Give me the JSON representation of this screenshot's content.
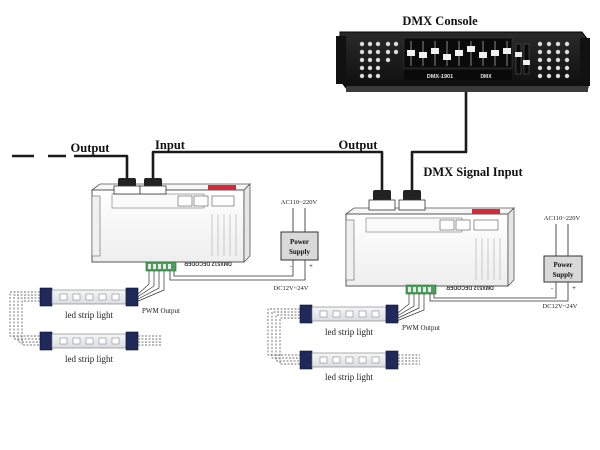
{
  "console": {
    "title": "DMX Console",
    "panel_label": "DMX-1901",
    "panel_sub": "DMX"
  },
  "labels": {
    "output_left": "Output",
    "input_left": "Input",
    "output_right": "Output",
    "dmx_signal_input": "DMX Signal Input"
  },
  "decoder": {
    "name": "DMX512 DECODER"
  },
  "power_supply": {
    "line1": "Power",
    "line2": "Supply",
    "ac_label": "AC110~220V",
    "dc_label": "DC12V~24V",
    "minus": "-",
    "plus": "+"
  },
  "pwm_output": "PWM Output",
  "strip_label": "led strip light",
  "colors": {
    "cable": "#1a1a1a",
    "decoder_fill": "#ffffff",
    "decoder_stroke": "#555555",
    "console_body": "#1c1c1c",
    "accent_red": "#d8283c",
    "terminal_green": "#4aa05a",
    "strip_end": "#1f2a5a",
    "strip_body": "#e8ecef"
  }
}
